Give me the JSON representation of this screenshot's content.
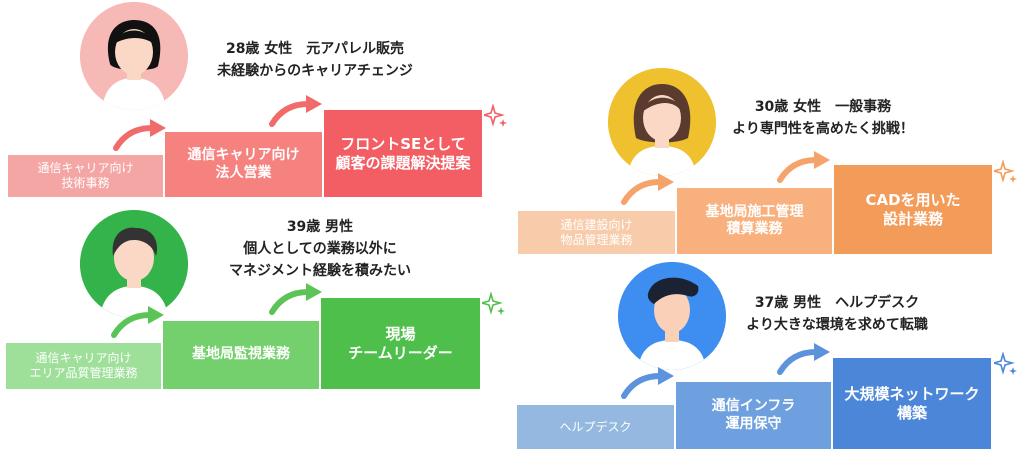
{
  "panels": [
    {
      "id": "p1",
      "caption": [
        "28歳 女性　元アパレル販売",
        "未経験からのキャリアチェンジ"
      ],
      "steps": [
        [
          "通信キャリア向け",
          "技術事務"
        ],
        [
          "通信キャリア向け",
          "法人営業"
        ],
        [
          "フロントSEとして",
          "顧客の課題解決提案"
        ]
      ],
      "colors": {
        "c1": "#f4a6a4",
        "c2": "#f5827f",
        "c3": "#f25e63",
        "arrow": "#f26b6b",
        "bg": "#f7b9b5"
      }
    },
    {
      "id": "p2",
      "caption": [
        "39歳 男性",
        "個人としての業務以外に",
        "マネジメント経験を積みたい"
      ],
      "steps": [
        [
          "通信キャリア向け",
          "エリア品質管理業務"
        ],
        [
          "基地局監視業務"
        ],
        [
          "現場",
          "チームリーダー"
        ]
      ],
      "colors": {
        "c1": "#9ee09a",
        "c2": "#73d06c",
        "c3": "#4fbf4b",
        "arrow": "#5cc456",
        "bg": "#34b34a"
      }
    },
    {
      "id": "p3",
      "caption": [
        "30歳 女性　一般事務",
        "より専門性を高めたく挑戦！"
      ],
      "steps": [
        [
          "通信建設向け",
          "物品管理業務"
        ],
        [
          "基地局施工管理",
          "積算業務"
        ],
        [
          "CADを用いた",
          "設計業務"
        ]
      ],
      "colors": {
        "c1": "#f8ccaa",
        "c2": "#f7b07e",
        "c3": "#f39c5a",
        "arrow": "#f5a36a",
        "bg": "#efc12e"
      }
    },
    {
      "id": "p4",
      "caption": [
        "37歳 男性　ヘルプデスク",
        "より大きな環境を求めて転職"
      ],
      "steps": [
        [
          "ヘルプデスク"
        ],
        [
          "通信インフラ",
          "運用保守"
        ],
        [
          "大規模ネットワーク",
          "構築"
        ]
      ],
      "colors": {
        "c1": "#94b8e0",
        "c2": "#6e9fdf",
        "c3": "#4c86d9",
        "arrow": "#5d92dc",
        "bg": "#3d8ef0"
      }
    }
  ]
}
